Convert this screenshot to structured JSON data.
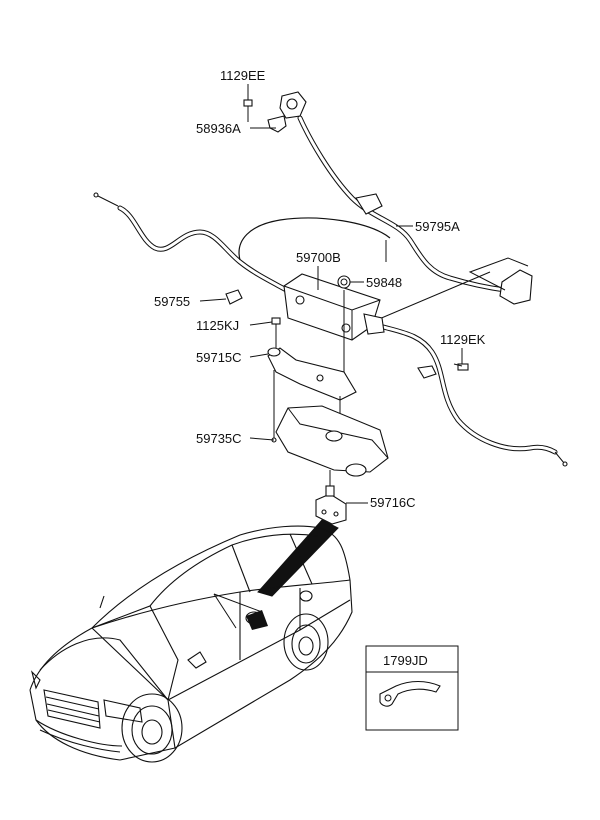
{
  "parts": {
    "p1129ee": "1129EE",
    "p58936a": "58936A",
    "p59795a": "59795A",
    "p59700b": "59700B",
    "p59848": "59848",
    "p59755": "59755",
    "p1125kj": "1125KJ",
    "p1129ek": "1129EK",
    "p59715c": "59715C",
    "p59735c": "59735C",
    "p59716c": "59716C",
    "p1799jd": "1799JD"
  }
}
